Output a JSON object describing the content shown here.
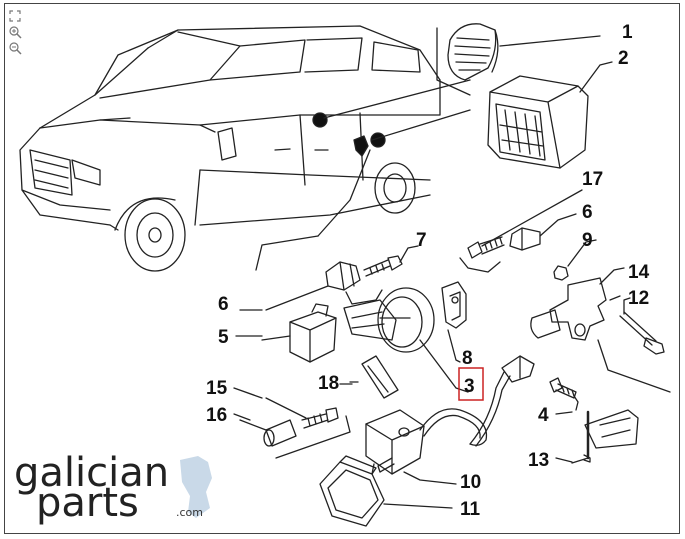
{
  "viewer": {
    "tools": [
      {
        "name": "fit-to-window-icon"
      },
      {
        "name": "zoom-in-icon"
      },
      {
        "name": "zoom-out-icon"
      }
    ]
  },
  "diagram": {
    "part_labels": {
      "p1": "1",
      "p2": "2",
      "p3": "3",
      "p4": "4",
      "p5": "5",
      "p6a": "6",
      "p6b": "6",
      "p7": "7",
      "p8": "8",
      "p9": "9",
      "p10": "10",
      "p11": "11",
      "p12": "12",
      "p13": "13",
      "p14": "14",
      "p15": "15",
      "p16": "16",
      "p17": "17",
      "p18": "18"
    },
    "highlighted_part": "3",
    "highlight_color": "#cc2222"
  },
  "logo": {
    "line1": "galician",
    "line2": "parts",
    "domain": ".com",
    "accent_color": "#c9d9e8"
  }
}
